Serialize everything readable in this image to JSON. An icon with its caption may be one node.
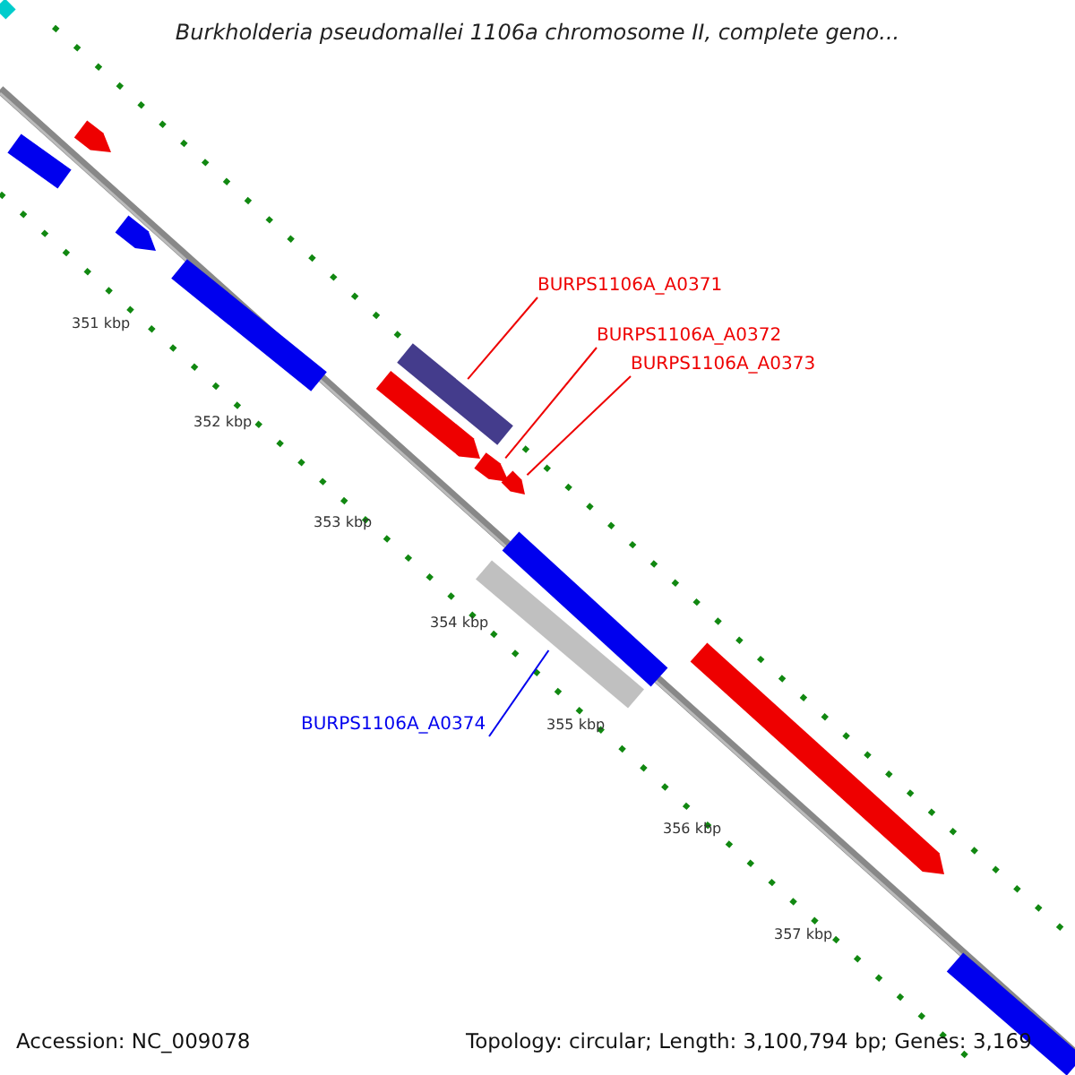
{
  "diagram": {
    "title": "Burkholderia pseudomallei 1106a chromosome II, complete geno...",
    "nodes": [
      {
        "text": [
          "BURPS1106A_A0371"
        ]
      },
      {
        "text": [],
        "shape": "bar"
      },
      {
        "text": [
          "BURPS1106A_A0372"
        ]
      },
      {
        "text": [],
        "shape": "bar"
      },
      {
        "text": [
          "BURPS1106A_A0373"
        ]
      },
      {
        "text": [],
        "shape": "bar"
      },
      {
        "text": [
          "BURPS1106A_A0374"
        ]
      },
      {
        "text": [],
        "shape": "bar"
      }
    ],
    "edges": [
      {
        "from": 0,
        "to": 1,
        "arrow": "none"
      },
      {
        "from": 2,
        "to": 3,
        "arrow": "none"
      },
      {
        "from": 4,
        "to": 5,
        "arrow": "none"
      },
      {
        "from": 6,
        "to": 7,
        "arrow": "none",
        "color": "#0000ee"
      }
    ],
    "labels": [
      "351 kbp",
      "352 kbp",
      "353 kbp",
      "354 kbp",
      "355 kbp",
      "356 kbp",
      "357 kbp",
      "Accession: NC_009078",
      "Topology: circular; Length: 3,100,794 bp; Genes: 3,169"
    ]
  }
}
